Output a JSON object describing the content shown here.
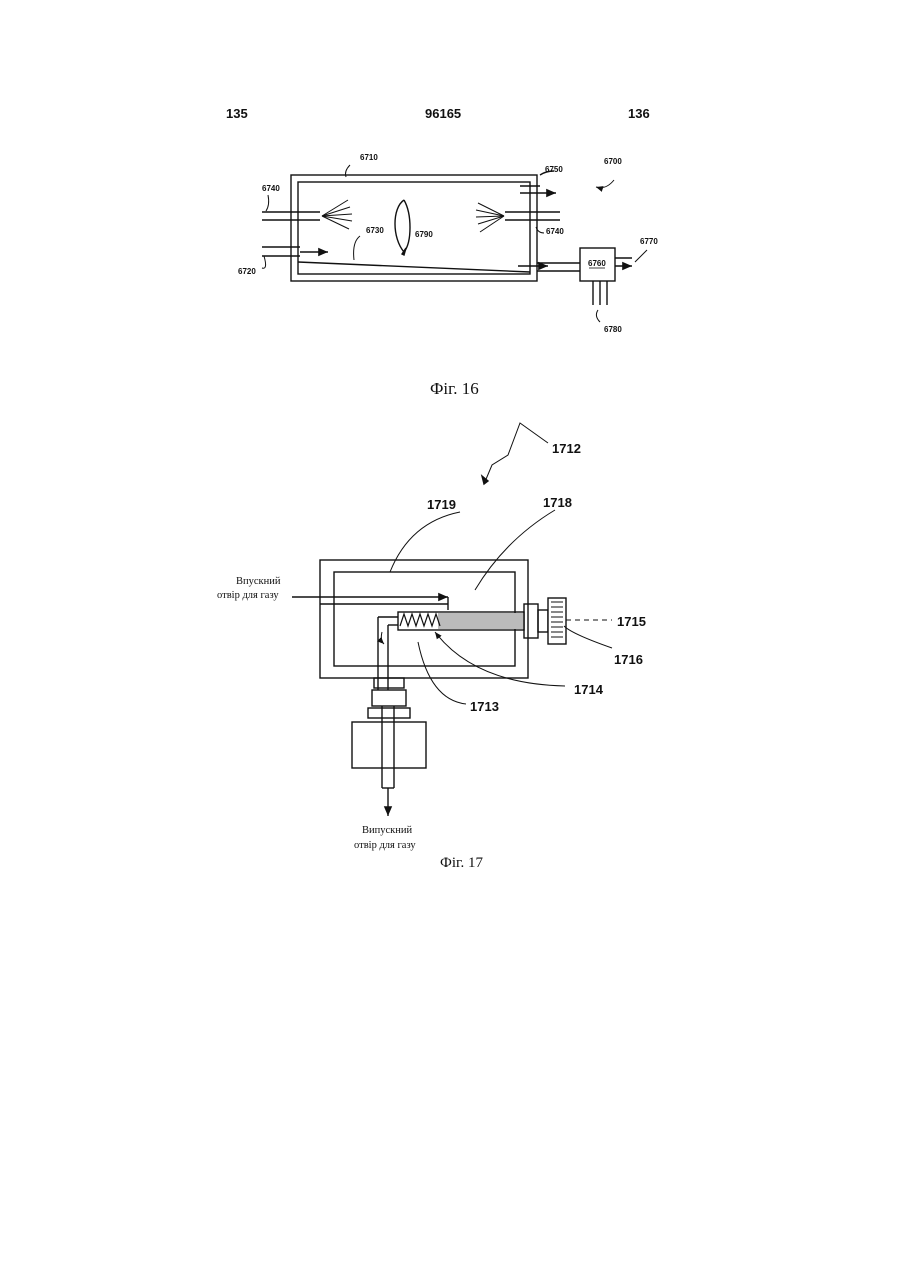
{
  "header": {
    "left_page": "135",
    "doc_number": "96165",
    "right_page": "136"
  },
  "fig16": {
    "caption": "Фіг. 16",
    "labels": {
      "chamber": "6710",
      "system": "6700",
      "inlet_top_left": "6740",
      "inlet_bottom": "6720",
      "baffle": "6730",
      "swirl": "6790",
      "port_top_right": "6750",
      "port_right": "6740",
      "separator": "6760",
      "out_right": "6770",
      "out_down": "6780"
    }
  },
  "fig17": {
    "caption": "Фіг. 17",
    "inlet_text": [
      "Впускний",
      "отвір для газу"
    ],
    "outlet_text": [
      "Випускний",
      "отвір для газу"
    ],
    "labels": {
      "device": "1712",
      "housing": "1719",
      "inner": "1718",
      "beam": "1715",
      "element": "1716",
      "coil": "1714",
      "tube": "1713"
    }
  }
}
